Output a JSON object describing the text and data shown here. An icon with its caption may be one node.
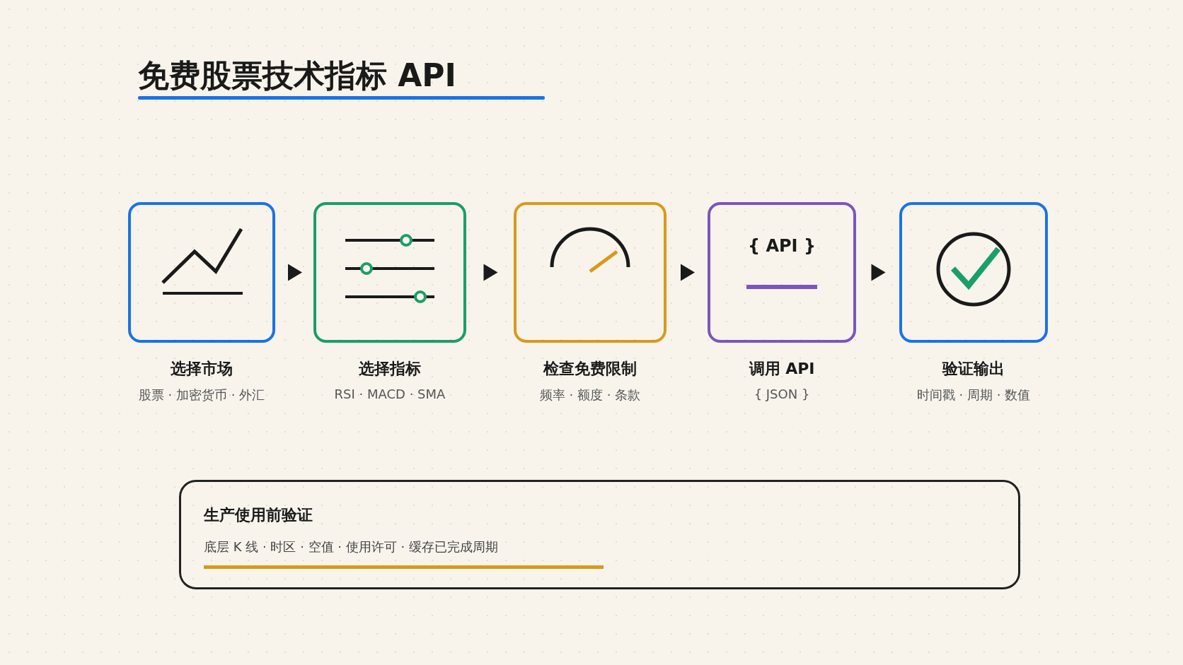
{
  "diagram": {
    "title": "免费股票技术指标 API",
    "nodes": [
      {
        "text": [
          "选择市场",
          "股票 · 加密货币 · 外汇"
        ]
      },
      {
        "text": [
          "选择指标",
          "RSI · MACD · SMA"
        ]
      },
      {
        "text": [
          "检查免费限制",
          "频率 · 额度 · 条款"
        ]
      },
      {
        "text": [
          "{ API }",
          "调用 API",
          "{ JSON }"
        ]
      },
      {
        "text": [
          "验证输出",
          "时间戳 · 周期 · 数值"
        ]
      },
      {
        "text": [
          "生产使用前验证",
          "底层 K 线 · 时区 · 空值 · 使用许可 · 缓存已完成周期"
        ]
      }
    ],
    "edges": [
      {
        "from": 0,
        "to": 1,
        "arrow": "to"
      },
      {
        "from": 1,
        "to": 2,
        "arrow": "to"
      },
      {
        "from": 2,
        "to": 3,
        "arrow": "to"
      },
      {
        "from": 3,
        "to": 4,
        "arrow": "to"
      }
    ]
  }
}
